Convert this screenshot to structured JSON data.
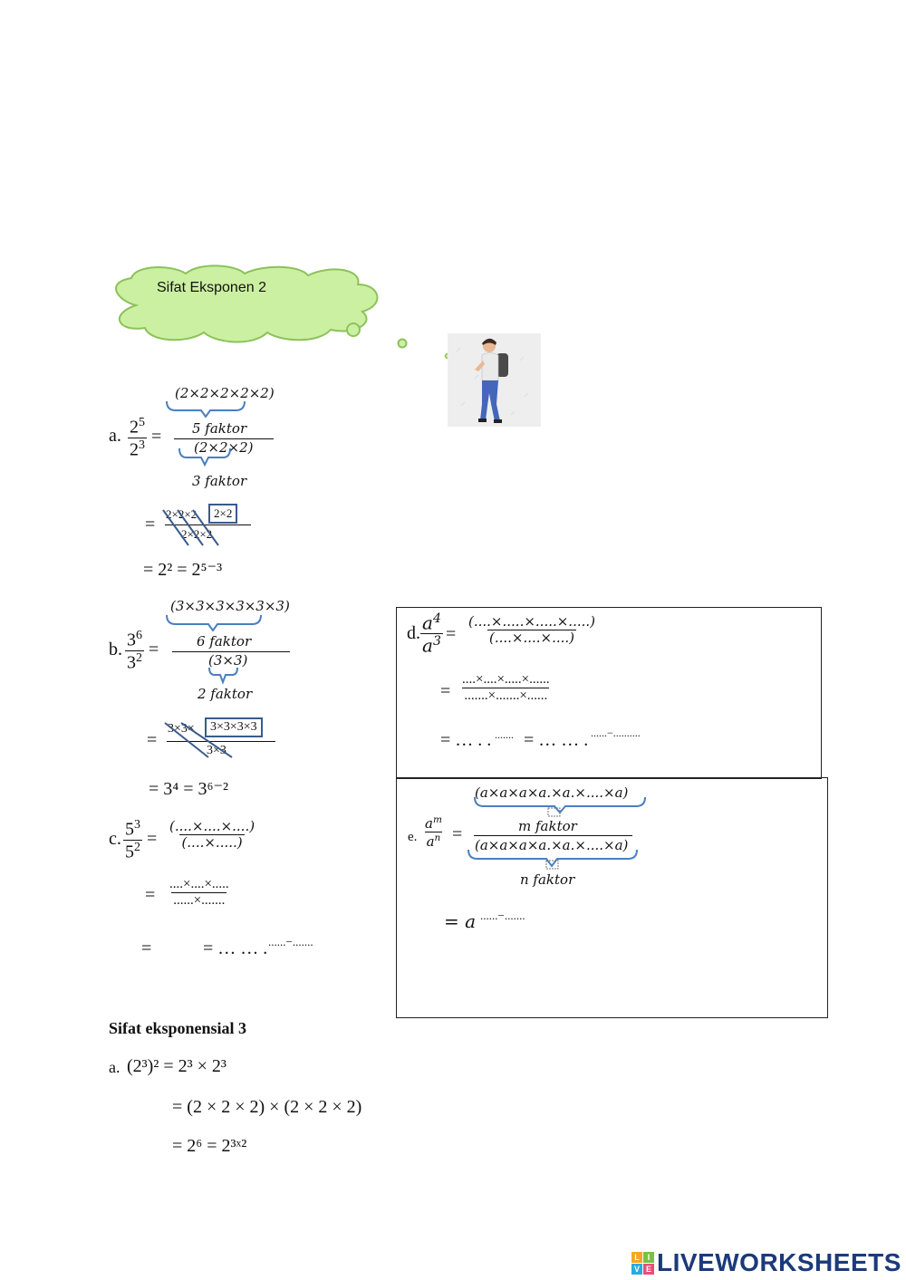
{
  "cloud": {
    "text": "Sifat Eksponen 2"
  },
  "a": {
    "label": "a.",
    "base": "2",
    "num_exp": "5",
    "den_exp": "3",
    "top_product": "(2×2×2×2×2)",
    "top_faktor": "5 faktor",
    "bot_product": "(2×2×2)",
    "bot_faktor": "3 faktor",
    "step2_num_left": "2×2×2",
    "step2_num_boxed": "2×2",
    "step2_den": "2×2×2",
    "result": "= 2² = 2⁵⁻³"
  },
  "b": {
    "label": "b.",
    "base": "3",
    "num_exp": "6",
    "den_exp": "2",
    "top_product": "(3×3×3×3×3×3)",
    "top_faktor": "6 faktor",
    "bot_product": "(3×3)",
    "bot_faktor": "2 faktor",
    "step2_num_left": "3×3×",
    "step2_num_boxed": "3×3×3×3",
    "step2_den": "3×3",
    "result": "= 3⁴ = 3⁶⁻²"
  },
  "c": {
    "label": "c.",
    "base": "5",
    "num_exp": "3",
    "den_exp": "2",
    "num": "(....×....×....)",
    "den": "(....×.....)",
    "step2_num": "....×....×.....",
    "step2_den": "......×.......",
    "step3_eq1": "=",
    "step3_eq2": "= … … .",
    "step3_exp": "......−.......",
    "step2_eq": "="
  },
  "d": {
    "label": "d.",
    "base": "a",
    "num_exp": "4",
    "den_exp": "3",
    "num": "(....×.....×.....×.....)",
    "den": "(....×....×....)",
    "step2_num": "....×....×.....×......",
    "step2_den": ".......×.......×......",
    "step3_a": "= … . .",
    "step3_a_exp": ".......",
    "step3_b": "= … … .",
    "step3_b_exp": "......−..........",
    "step2_eq": "="
  },
  "e": {
    "label": "e.",
    "base": "a",
    "num_exp": "m",
    "den_exp": "n",
    "top_product": "(a×a×a×a.×a.×....×a)",
    "top_faktor": "m faktor",
    "bot_product": "(a×a×a×a.×a.×....×a)",
    "bot_faktor": "n faktor",
    "result_eq": "= a",
    "result_exp": "......−......."
  },
  "section3": {
    "heading": "Sifat eksponensial 3",
    "line1_label": "a.",
    "line1": "(2³)² = 2³ × 2³",
    "line2": "= (2 × 2 × 2) × (2 × 2 × 2)",
    "line3": "= 2⁶ = 2³ˣ²"
  },
  "footer": {
    "brand": "LIVEWORKSHEETS",
    "badge_letters": [
      "L",
      "I",
      "V",
      "E"
    ]
  }
}
